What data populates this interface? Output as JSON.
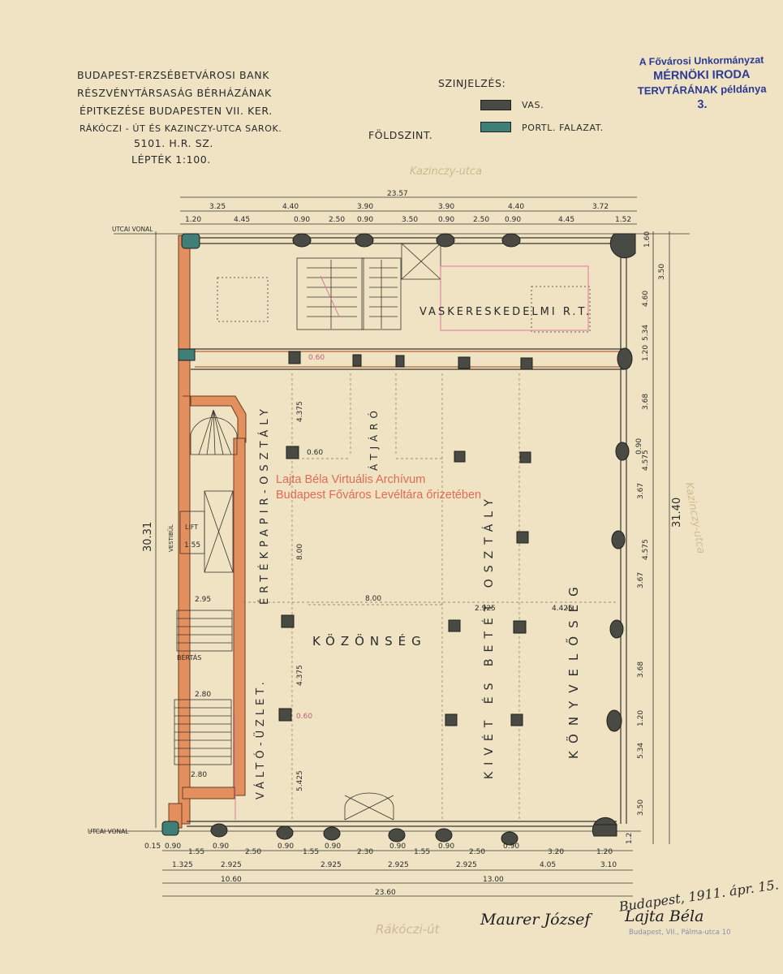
{
  "title_block": {
    "lines": [
      "BUDAPEST-ERZSÉBETVÁROSI BANK",
      "RÉSZVÉNYTÁRSASÁG BÉRHÁZÁNAK",
      "ÉPITKEZÉSE BUDAPESTEN VII. KER.",
      "RÁKÓCZI - ÚT ÉS KAZINCZY-UTCA SAROK.",
      "5101. H.R. SZ.",
      "LÉPTÉK 1:100."
    ]
  },
  "floor_label": "FÖLDSZINT.",
  "legend": {
    "heading": "SZINJELZÉS:",
    "items": [
      {
        "label": "VAS.",
        "color": "#4a4a44"
      },
      {
        "label": "PORTL. FALAZAT.",
        "color": "#3f7f78"
      }
    ]
  },
  "stamp": {
    "line1": "A Fővárosi Unkormányzat",
    "line2": "MÉRNÖKI IRODA",
    "line3": "TERVTÁRÁNAK példánya",
    "line4": "3."
  },
  "watermark": {
    "line1": "Lajta Béla Virtuális Archívum",
    "line2": "Budapest Főváros Levéltára őrizetében"
  },
  "street_labels": {
    "top": "Kazinczy-utca",
    "bottom": "Rákóczi-út",
    "right": "Kazinczy-utca",
    "utcai_vonal_top": "UTCAI VONAL",
    "utcai_vonal_bottom": "UTCAI VONAL"
  },
  "room_labels": {
    "vaskereskedelmi": "VASKERESKEDELMI R.T.",
    "ertekpapir": "ÉRTÉKPAPIR-OSZTÁLY",
    "atjaro": "ÁTJÁRÓ",
    "kozonseg": "KÖZÖNSÉG",
    "valto_uzlet": "VÁLTÓ-ÜZLET.",
    "kivet_betet": "KIVÉT ÉS BETÉT OSZTÁLY",
    "konyvelo": "KÖNYVELŐSÉG",
    "lift": "LIFT",
    "bertas": "BÉRTÁS",
    "vestibule": "VESTIBÜL"
  },
  "dimensions": {
    "top_overall": "23.57",
    "top_row1": [
      "3.25",
      "4.40",
      "3.90",
      "3.90",
      "4.40",
      "3.72"
    ],
    "top_row2": [
      "1.20",
      "4.45",
      "0.90",
      "2.50",
      "0.90",
      "3.50",
      "0.90",
      "2.50",
      "0.90",
      "4.45",
      "1.52"
    ],
    "bottom_row1": [
      "0.15",
      "0.90",
      "1.55",
      "0.90",
      "2.50",
      "0.90",
      "1.55",
      "0.90",
      "2.30",
      "0.90",
      "1.55",
      "0.90",
      "2.50",
      "0.90",
      "3.20",
      "1.20"
    ],
    "bottom_row2": [
      "1.325",
      "2.925",
      "2.925",
      "2.925",
      "2.925",
      "4.05",
      "3.10"
    ],
    "bottom_row3": [
      "10.60",
      "13.00"
    ],
    "bottom_overall": "23.60",
    "left_overall": "30.31",
    "right_overall": "31.40",
    "right_column": [
      "1.60",
      "3.50",
      "4.60",
      "5.34",
      "1.20",
      "3.68",
      "0.90",
      "4.575",
      "3.67",
      "4.575",
      "3.67",
      "3.68",
      "1.20",
      "5.34",
      "3.50",
      "1.2"
    ],
    "interior": [
      "8.00",
      "8.00",
      "4.375",
      "4.375",
      "5.425",
      "2.925",
      "4.425",
      "0.60",
      "0.60",
      "0.60",
      "2.80",
      "2.80",
      "2.95",
      "1.55"
    ]
  },
  "signatures": {
    "date": "Budapest, 1911. ápr. 15.",
    "signature1": "Maurer József",
    "signature2": "Lajta Béla",
    "address_stamp": "Budapest, VII., Pálma-utca 10"
  },
  "colors": {
    "paper": "#efe3c4",
    "portland_wall": "#e48f5e",
    "iron": "#4a4a44",
    "stamp_blue": "#2b3a93",
    "watermark": "#e16a55",
    "pencil": "#8a7250"
  }
}
